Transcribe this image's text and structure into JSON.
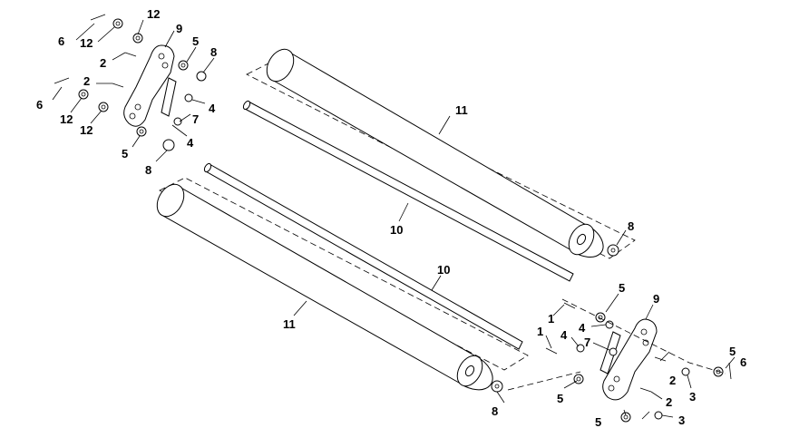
{
  "callouts": {
    "c1": "6",
    "c2": "12",
    "c3": "12",
    "c4": "9",
    "c5": "2",
    "c6": "5",
    "c7": "8",
    "c8": "2",
    "c9": "6",
    "c10": "12",
    "c11": "12",
    "c12": "4",
    "c13": "7",
    "c14": "4",
    "c15": "5",
    "c16": "8",
    "c17": "11",
    "c18": "10",
    "c19": "8",
    "c20": "10",
    "c21": "11",
    "c22": "5",
    "c23": "9",
    "c24": "1",
    "c25": "1",
    "c26": "4",
    "c27": "4",
    "c28": "7",
    "c29": "5",
    "c30": "6",
    "c31": "2",
    "c32": "3",
    "c33": "8",
    "c34": "5",
    "c35": "2",
    "c36": "5",
    "c37": "3"
  }
}
